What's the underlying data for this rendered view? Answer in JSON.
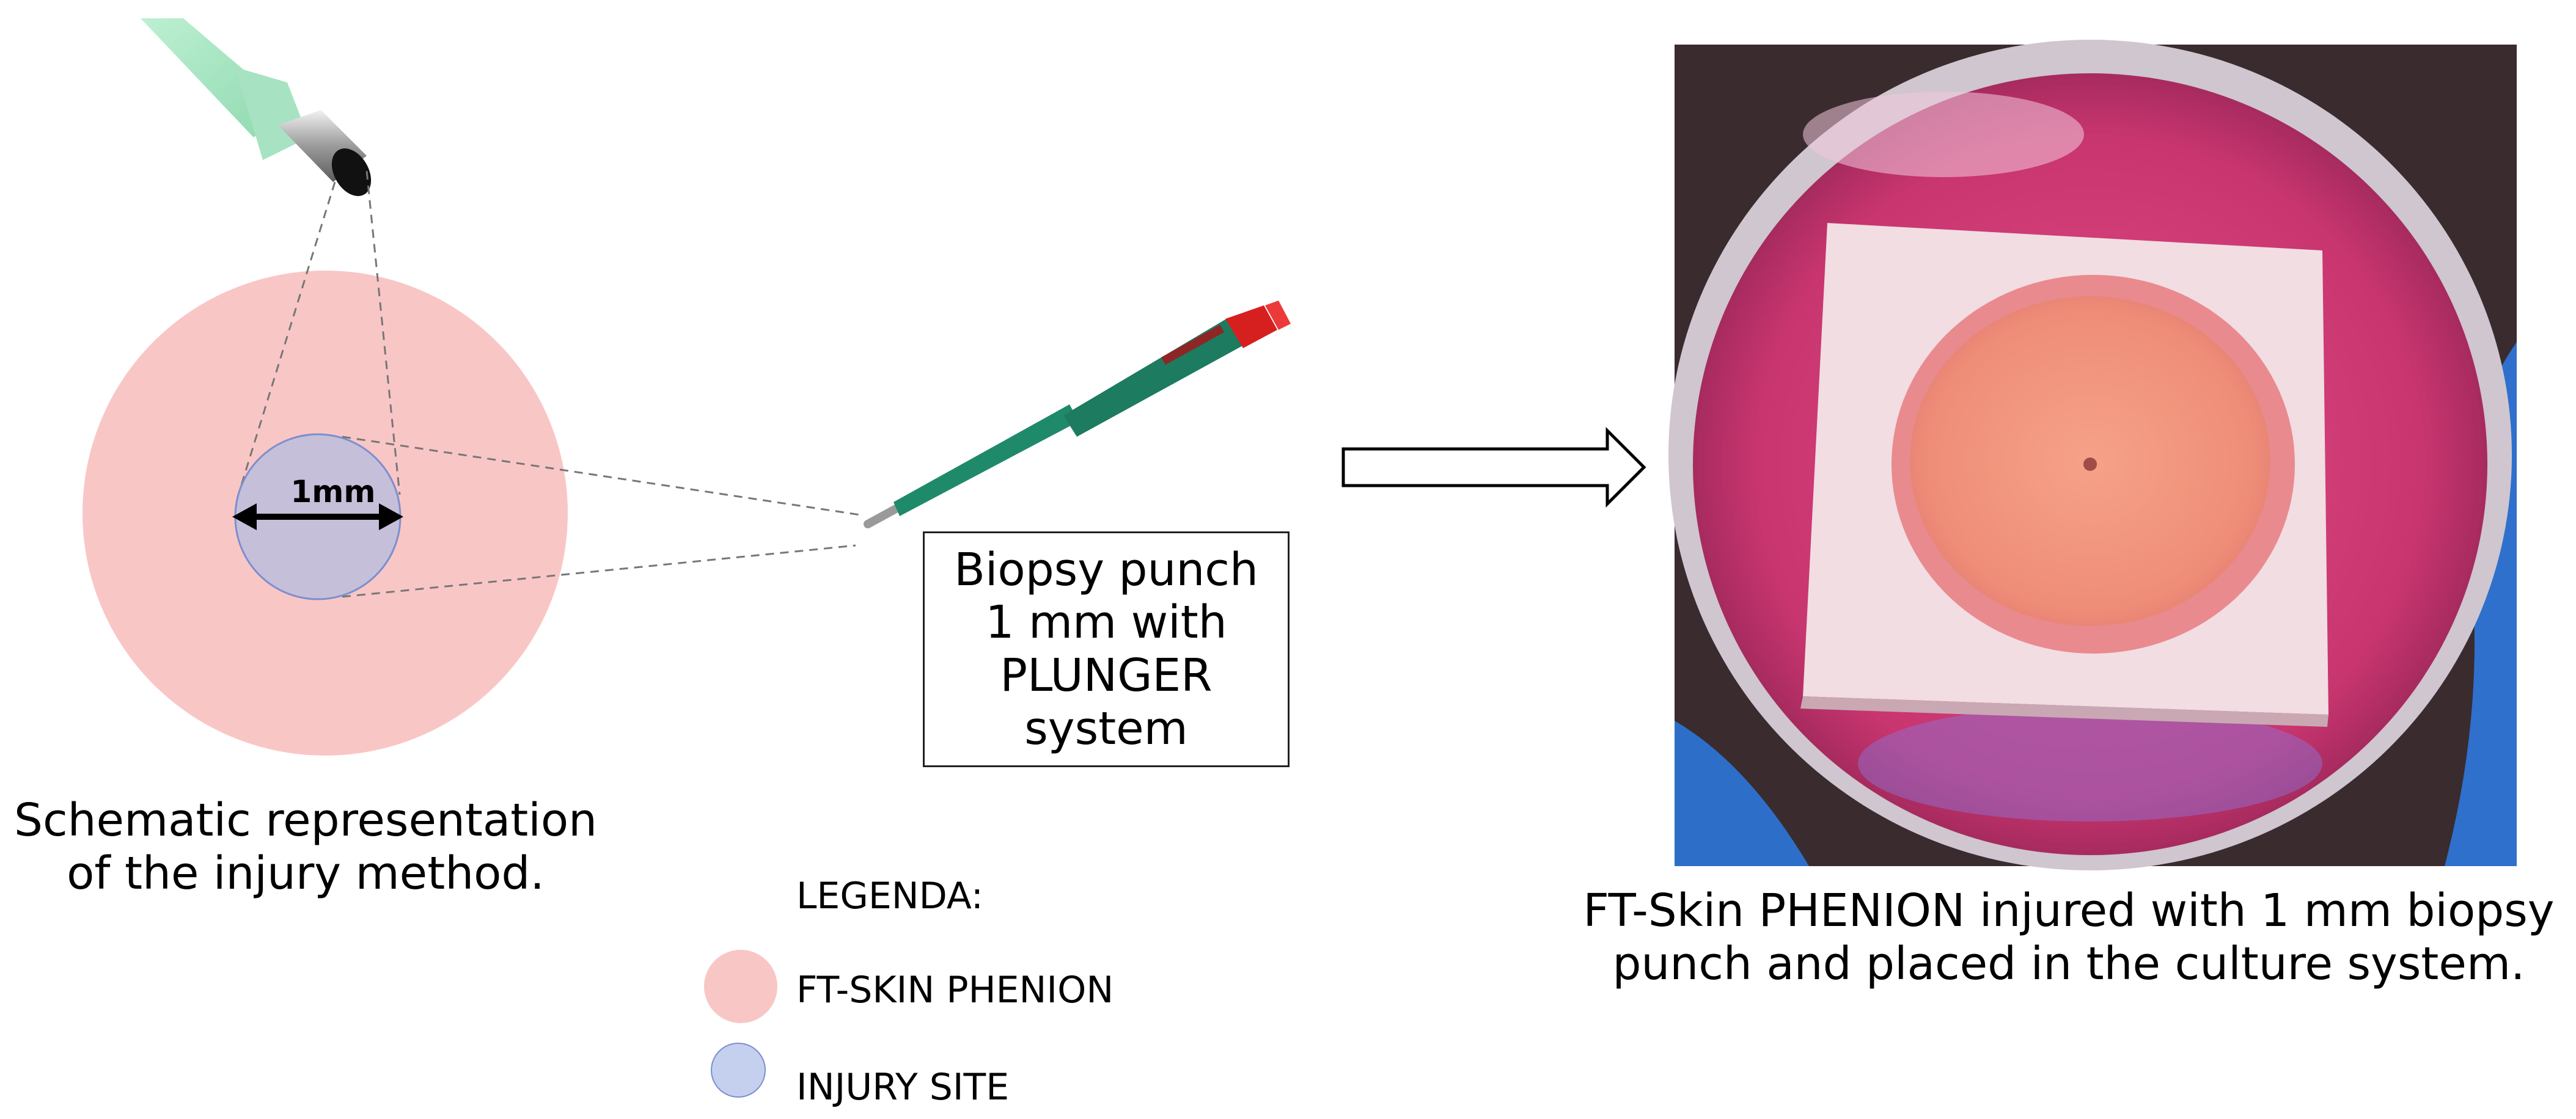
{
  "schematic": {
    "measure_label": "1mm",
    "caption_line1": "Schematic representation",
    "caption_line2": "of the injury method."
  },
  "punch_label": {
    "line1": "Biopsy punch",
    "line2": "1 mm with",
    "line3": "PLUNGER",
    "line4": "system"
  },
  "photo": {
    "caption_line1": "FT-Skin PHENION injured with 1 mm biopsy",
    "caption_line2": "punch and placed in the culture system."
  },
  "legend": {
    "title": "LEGENDA:",
    "items": [
      {
        "label": "FT-SKIN PHENION",
        "color": "#f9c6c6"
      },
      {
        "label": "INJURY SITE",
        "color": "#c5d0ee"
      }
    ]
  },
  "colors": {
    "skin": "#f9c6c6",
    "injury": "#c5d0ee",
    "punch_body": "#1f8a6a",
    "punch_tip": "#d62020",
    "medium": "#d9527a"
  }
}
